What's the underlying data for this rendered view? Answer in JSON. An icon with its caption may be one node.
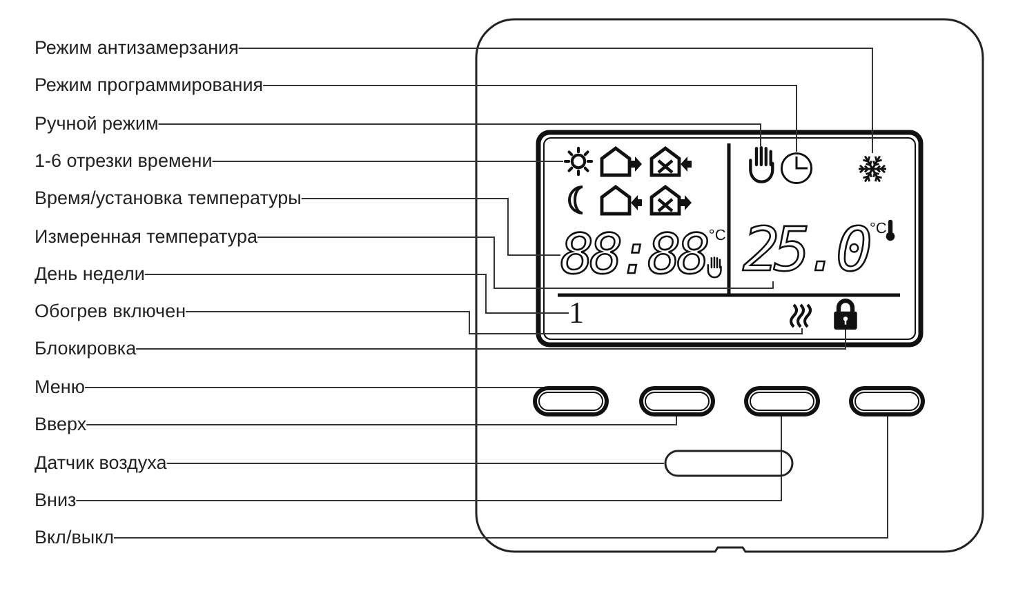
{
  "diagram": {
    "nodes": [
      {
        "text": [
          "Режим антизамерзания"
        ]
      },
      {
        "text": [
          "Режим программирования"
        ]
      },
      {
        "text": [
          "Ручной режим"
        ]
      },
      {
        "text": [
          "1-6 отрезки времени"
        ]
      },
      {
        "text": [
          "Время/установка температуры"
        ]
      },
      {
        "text": [
          "Измеренная температура"
        ]
      },
      {
        "text": [
          "День недели"
        ]
      },
      {
        "text": [
          "Обогрев включен"
        ]
      },
      {
        "text": [
          "Блокировка"
        ]
      },
      {
        "text": [
          "Меню"
        ]
      },
      {
        "text": [
          "Вверх"
        ]
      },
      {
        "text": [
          "Датчик воздуха"
        ]
      },
      {
        "text": [
          "Вниз"
        ]
      },
      {
        "text": [
          "Вкл/выкл"
        ]
      },
      {
        "text": [],
        "shape": "picture"
      },
      {
        "text": [],
        "shape": "picture"
      },
      {
        "text": [],
        "shape": "picture"
      },
      {
        "text": [],
        "shape": "picture"
      },
      {
        "text": [
          "88:88"
        ],
        "beside": [
          "°C"
        ]
      },
      {
        "text": [
          "25.0"
        ],
        "beside": [
          "°C"
        ]
      },
      {
        "text": [
          "1"
        ]
      },
      {
        "text": [],
        "shape": "picture"
      },
      {
        "text": [],
        "shape": "picture"
      },
      {
        "text": [],
        "shape": "box"
      },
      {
        "text": [],
        "shape": "box"
      },
      {
        "text": [],
        "shape": "box"
      },
      {
        "text": [],
        "shape": "box"
      },
      {
        "text": [],
        "shape": "box"
      }
    ],
    "edges": [
      {
        "from": 0,
        "to": 14,
        "arrow": "none"
      },
      {
        "from": 1,
        "to": 15,
        "arrow": "none"
      },
      {
        "from": 2,
        "to": 16,
        "arrow": "none"
      },
      {
        "from": 3,
        "to": 17,
        "arrow": "none"
      },
      {
        "from": 4,
        "to": 18,
        "arrow": "none"
      },
      {
        "from": 5,
        "to": 19,
        "arrow": "none"
      },
      {
        "from": 6,
        "to": 20,
        "arrow": "none"
      },
      {
        "from": 7,
        "to": 21,
        "arrow": "none"
      },
      {
        "from": 8,
        "to": 22,
        "arrow": "none"
      },
      {
        "from": 9,
        "to": 23,
        "arrow": "none"
      },
      {
        "from": 10,
        "to": 24,
        "arrow": "none"
      },
      {
        "from": 11,
        "to": 25,
        "arrow": "none"
      },
      {
        "from": 12,
        "to": 26,
        "arrow": "none"
      },
      {
        "from": 13,
        "to": 27,
        "arrow": "none"
      }
    ]
  }
}
